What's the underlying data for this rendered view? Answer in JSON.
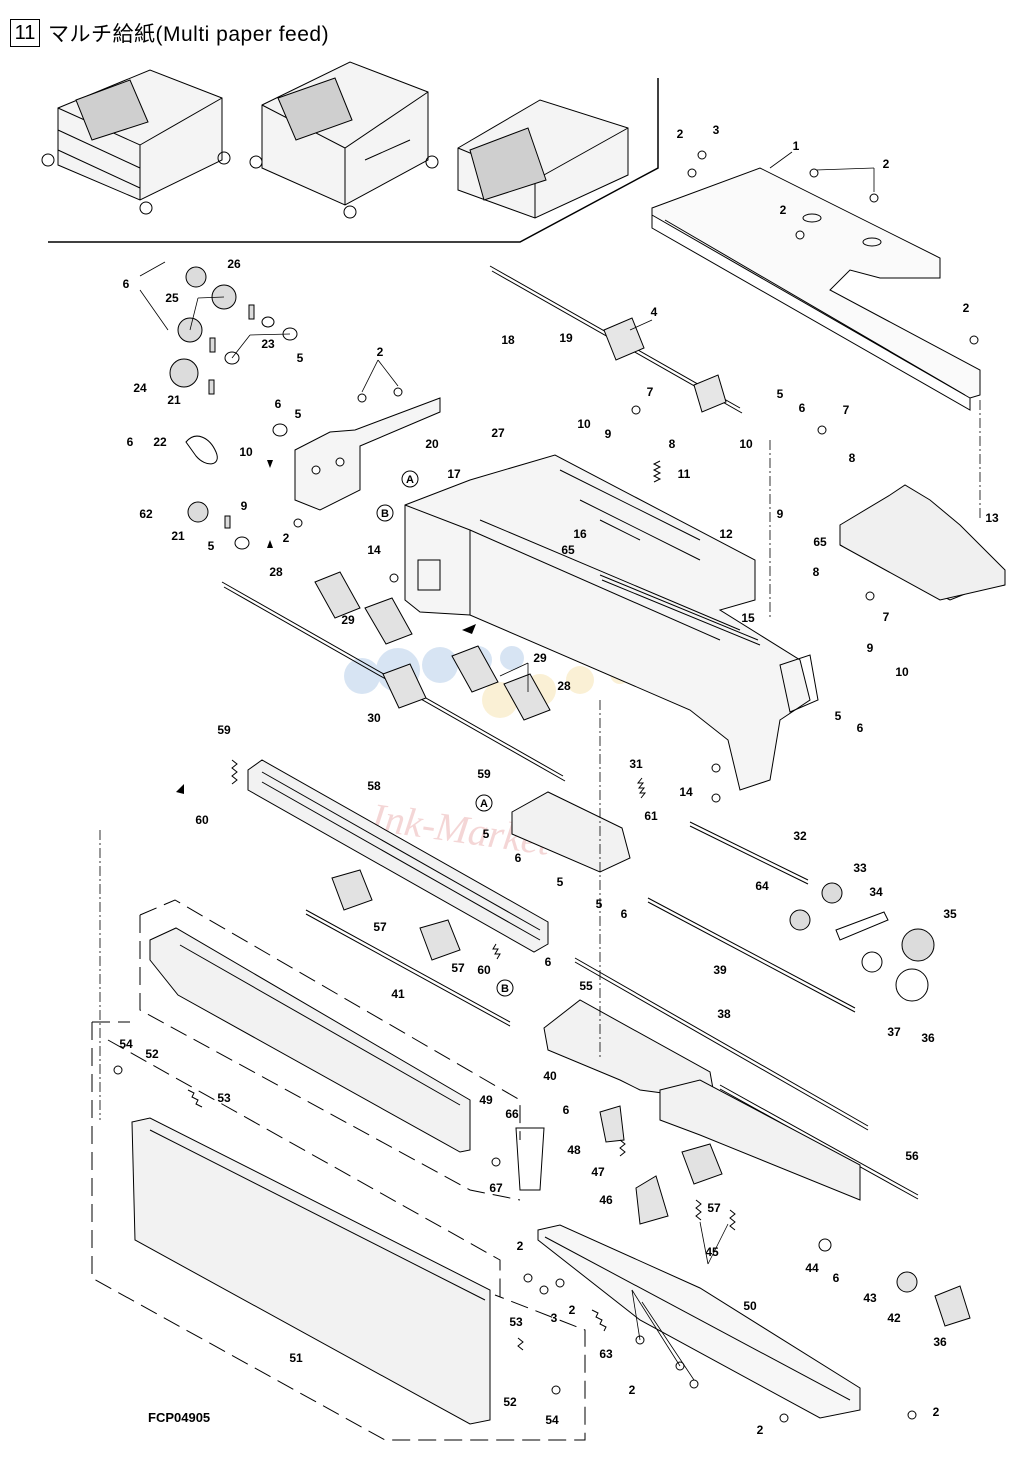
{
  "header": {
    "section_number": "11",
    "title": "マルチ給紙(Multi  paper  feed)"
  },
  "figure_code": "FCP04905",
  "watermark": "Ink-Market",
  "ref_labels": [
    "A",
    "B"
  ],
  "part_labels": [
    "1",
    "2",
    "3",
    "4",
    "5",
    "6",
    "7",
    "8",
    "9",
    "10",
    "11",
    "12",
    "13",
    "14",
    "15",
    "16",
    "17",
    "18",
    "19",
    "20",
    "21",
    "22",
    "23",
    "24",
    "25",
    "26",
    "27",
    "28",
    "29",
    "30",
    "31",
    "32",
    "33",
    "34",
    "35",
    "36",
    "37",
    "38",
    "39",
    "40",
    "41",
    "42",
    "43",
    "44",
    "45",
    "46",
    "47",
    "48",
    "49",
    "50",
    "51",
    "52",
    "53",
    "54",
    "55",
    "56",
    "57",
    "58",
    "59",
    "60",
    "61",
    "62",
    "63",
    "64",
    "65",
    "66",
    "67"
  ],
  "colors": {
    "line": "#000000",
    "watermark_pink": "#e7a5a5",
    "watermark_blue": "#8fb4dd",
    "watermark_yellow": "#f3d589"
  }
}
